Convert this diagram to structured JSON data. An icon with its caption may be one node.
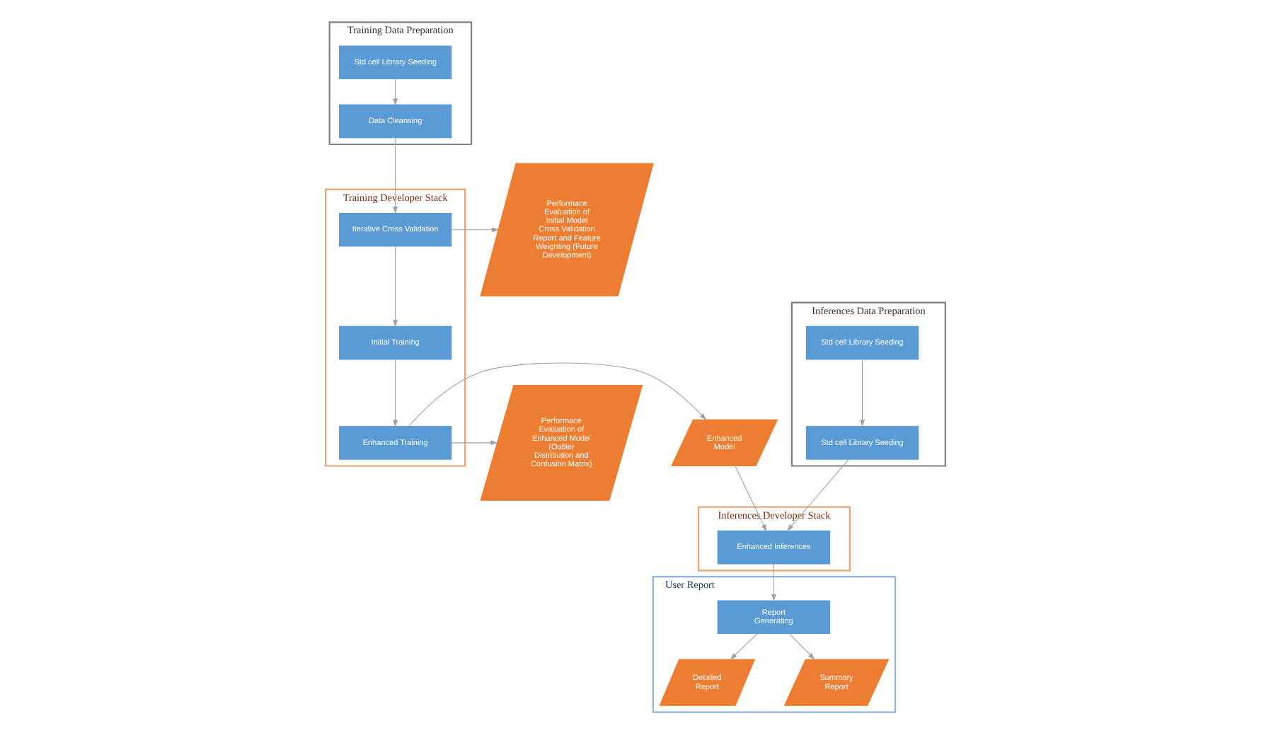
{
  "diagram": {
    "nodes": [
      {
        "text": [
          "Training Data Preparation"
        ]
      },
      {
        "text": [
          "Std cell Library Seeding"
        ],
        "in": 0
      },
      {
        "text": [
          "Data Cleansing"
        ],
        "in": 0
      },
      {
        "text": [
          "Training Developer Stack"
        ]
      },
      {
        "text": [
          "Iterative Cross Validation"
        ],
        "in": 3
      },
      {
        "text": [
          "Initial Training"
        ],
        "in": 3
      },
      {
        "text": [
          "Enhanced Training"
        ],
        "in": 3
      },
      {
        "text": [
          "Performace Evaluation of Initial Model Cross Validation Report and Feature Weighting (Future Development)"
        ]
      },
      {
        "text": [
          "Performace Evaluation of Enhanced Model (Outlier Distribution and Confusion Matrix)"
        ]
      },
      {
        "text": [
          "Enhanced Model"
        ]
      },
      {
        "text": [
          "Inferences Data Preparation"
        ]
      },
      {
        "text": [
          "Std cell Library Seeding"
        ],
        "in": 10
      },
      {
        "text": [
          "Std cell Library Seeding"
        ],
        "in": 10
      },
      {
        "text": [
          "Inferences Developer Stack"
        ]
      },
      {
        "text": [
          "Enhanced Inferences"
        ],
        "in": 13
      },
      {
        "text": [
          "User Report"
        ]
      },
      {
        "text": [
          "Report Generating"
        ],
        "in": 15
      },
      {
        "text": [
          "Detailed Report"
        ],
        "in": 15
      },
      {
        "text": [
          "Summary Report"
        ],
        "in": 15
      }
    ],
    "edges": [
      {
        "from": 1,
        "to": 2,
        "arrow": "to"
      },
      {
        "from": 2,
        "to": 4,
        "arrow": "to"
      },
      {
        "from": 4,
        "to": 7,
        "arrow": "to"
      },
      {
        "from": 4,
        "to": 5,
        "arrow": "to"
      },
      {
        "from": 5,
        "to": 6,
        "arrow": "to"
      },
      {
        "from": 6,
        "to": 8,
        "arrow": "to"
      },
      {
        "from": 6,
        "to": 9,
        "arrow": "to"
      },
      {
        "from": 9,
        "to": 14,
        "arrow": "to"
      },
      {
        "from": 11,
        "to": 12,
        "arrow": "to"
      },
      {
        "from": 12,
        "to": 14,
        "arrow": "to"
      },
      {
        "from": 14,
        "to": 16,
        "arrow": "to"
      },
      {
        "from": 16,
        "to": 17,
        "arrow": "to"
      },
      {
        "from": 16,
        "to": 18,
        "arrow": "to"
      }
    ]
  }
}
